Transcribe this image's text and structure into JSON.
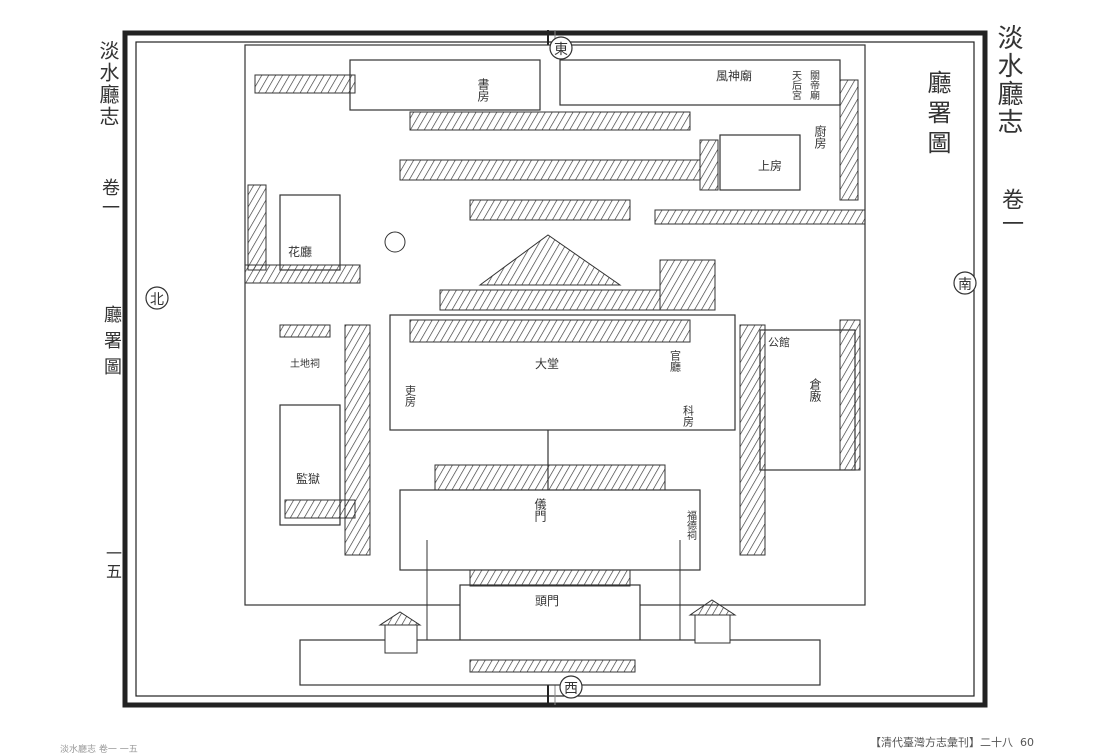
{
  "left_page": {
    "title": "淡水廳志",
    "volume": "卷一",
    "section": "廳署圖",
    "page_number": "一五"
  },
  "right_page": {
    "title": "淡水廳志",
    "volume": "卷一",
    "plate_title": "廳署圖"
  },
  "compass": {
    "east": "東",
    "west": "西",
    "south": "南",
    "north": "北"
  },
  "buildings": {
    "study": "書房",
    "shrine_feng_shen": "風神廟",
    "tianhou": "天后宮",
    "guandi": "關帝廟",
    "kitchen": "廚房",
    "upper_room": "上房",
    "flower_hall": "花廳",
    "earth_shrine": "土地祠",
    "main_hall": "大堂",
    "official_hall": "官廳",
    "clerk_room_left": "吏房",
    "clerk_room_right": "科房",
    "guest_house": "公館",
    "granary": "倉廒",
    "prison": "監獄",
    "ceremonial_gate": "儀門",
    "main_gate": "頭門",
    "fude_shrine": "福德祠"
  },
  "footer": {
    "source": "【清代臺灣方志彙刊】二十八",
    "page": "60",
    "left_note": "淡水廳志 卷一 一五"
  }
}
